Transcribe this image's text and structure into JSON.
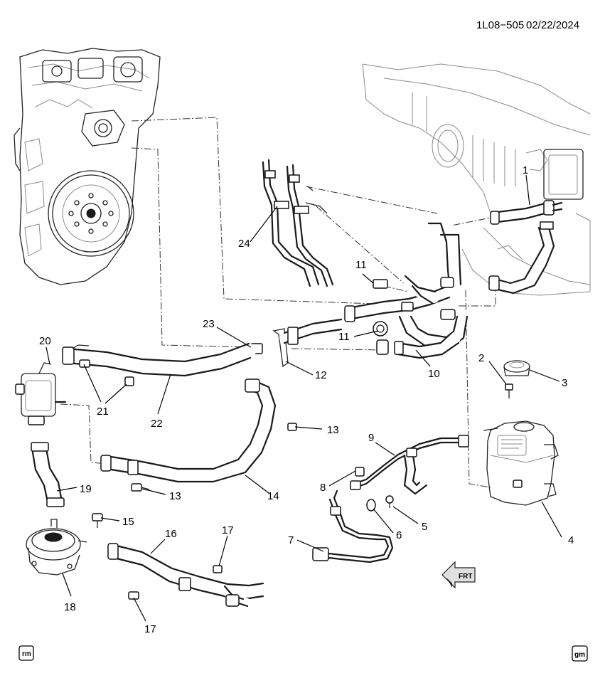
{
  "header": {
    "diagram_id": "1L08−505",
    "date": "02/22/2024"
  },
  "direction_label": "FRT",
  "footer": {
    "left_badge": "rm",
    "right_badge": "gm"
  },
  "callouts": [
    "1",
    "2",
    "3",
    "4",
    "5",
    "6",
    "7",
    "8",
    "9",
    "10",
    "11",
    "11",
    "12",
    "13",
    "13",
    "14",
    "15",
    "16",
    "17",
    "17",
    "18",
    "19",
    "20",
    "21",
    "22",
    "23",
    "24"
  ],
  "icons": [
    "engine-block-icon",
    "flywheel-icon",
    "firewall-panel-icon",
    "coolant-reservoir-icon",
    "water-pump-icon",
    "front-direction-arrow-icon"
  ]
}
